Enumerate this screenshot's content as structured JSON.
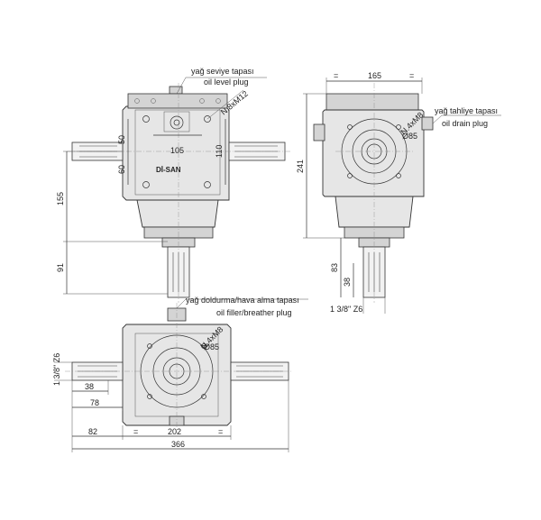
{
  "brand": "Dİ-SAN",
  "labels": {
    "oil_level_tr": "yağ seviye tapası",
    "oil_level_en": "oil level plug",
    "oil_drain_tr": "yağ tahliye tapası",
    "oil_drain_en": "oil drain plug",
    "oil_filler_tr": "yağ doldurma/hava alma tapası",
    "oil_filler_en": "oil filler/breather plug"
  },
  "callouts": {
    "bolts_front": "N.8xM12",
    "bolts_side": "N.4xM8",
    "bolts_top": "N.4xM8",
    "dia_side": "Ø85",
    "dia_top": "Ø85"
  },
  "dimensions": {
    "front_50": "50",
    "front_60": "60",
    "front_105": "105",
    "front_110": "110",
    "front_155": "155",
    "front_91": "91",
    "side_165": "165",
    "side_241": "241",
    "side_83": "83",
    "side_38": "38",
    "side_spline": "1 3/8\" Z6",
    "top_spline": "1 3/8\" Z6",
    "top_38": "38",
    "top_78": "78",
    "top_82": "82",
    "top_202": "202",
    "top_366": "366",
    "eq": "="
  },
  "colors": {
    "body_fill": "#e6e6e6",
    "line": "#333333"
  }
}
